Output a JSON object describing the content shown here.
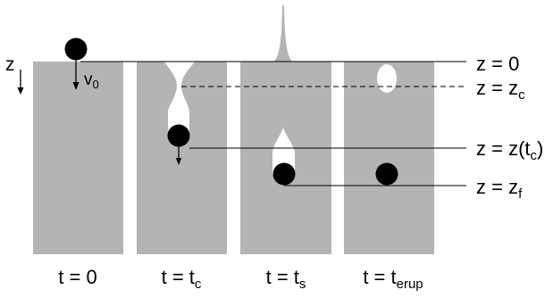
{
  "colors": {
    "liquid": "#b4b4b4",
    "cavity": "#ffffff",
    "sphere": "#000000",
    "line": "#000000",
    "background": "#ffffff"
  },
  "axis": {
    "direction_label": "z",
    "velocity_label": "v",
    "velocity_subscript": "0"
  },
  "levels": {
    "surface": {
      "main": "z = 0",
      "sub": ""
    },
    "closure": {
      "main": "z = z",
      "sub": "c"
    },
    "pinch": {
      "main": "z = z(t",
      "sub": "c",
      "tail": ")"
    },
    "final": {
      "main": "z = z",
      "sub": "f"
    }
  },
  "panels": [
    {
      "main": "t = 0",
      "sub": ""
    },
    {
      "main": "t = t",
      "sub": "c"
    },
    {
      "main": "t = t",
      "sub": "s"
    },
    {
      "main": "t = t",
      "sub": "erup"
    }
  ]
}
